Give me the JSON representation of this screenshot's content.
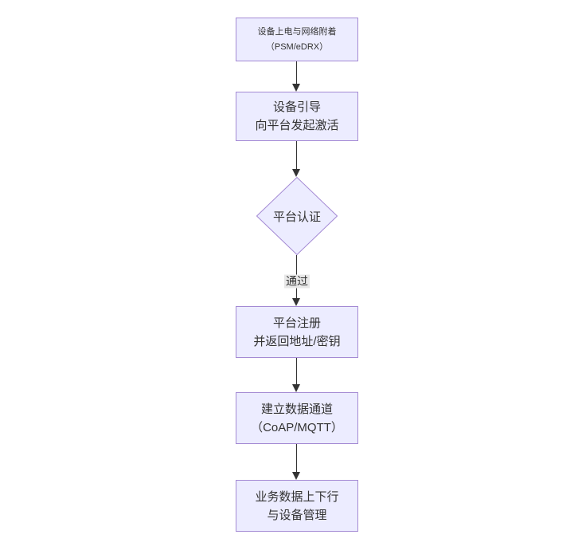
{
  "diagram": {
    "type": "flowchart",
    "direction": "top-down",
    "colors": {
      "node_fill": "#ECECFF",
      "node_border": "#A48AD4",
      "arrow_color": "#333333",
      "text_color": "#333333",
      "label_bg": "#E8E8E8",
      "background": "#FFFFFF"
    },
    "nodes": [
      {
        "id": "power-attach",
        "shape": "rect",
        "lines": [
          "设备上电与网络附着",
          "（PSM/eDRX）"
        ]
      },
      {
        "id": "bootstrap",
        "shape": "rect",
        "lines": [
          "设备引导",
          "向平台发起激活"
        ]
      },
      {
        "id": "platform-auth",
        "shape": "diamond",
        "lines": [
          "平台认证"
        ]
      },
      {
        "id": "platform-register",
        "shape": "rect",
        "lines": [
          "平台注册",
          "并返回地址/密钥"
        ]
      },
      {
        "id": "data-channel",
        "shape": "rect",
        "lines": [
          "建立数据通道",
          "（CoAP/MQTT）"
        ]
      },
      {
        "id": "business-data",
        "shape": "rect",
        "lines": [
          "业务数据上下行",
          "与设备管理"
        ]
      }
    ],
    "edges": [
      {
        "from": "power-attach",
        "to": "bootstrap",
        "label": ""
      },
      {
        "from": "bootstrap",
        "to": "platform-auth",
        "label": ""
      },
      {
        "from": "platform-auth",
        "to": "platform-register",
        "label": "通过"
      },
      {
        "from": "platform-register",
        "to": "data-channel",
        "label": ""
      },
      {
        "from": "data-channel",
        "to": "business-data",
        "label": ""
      }
    ]
  }
}
